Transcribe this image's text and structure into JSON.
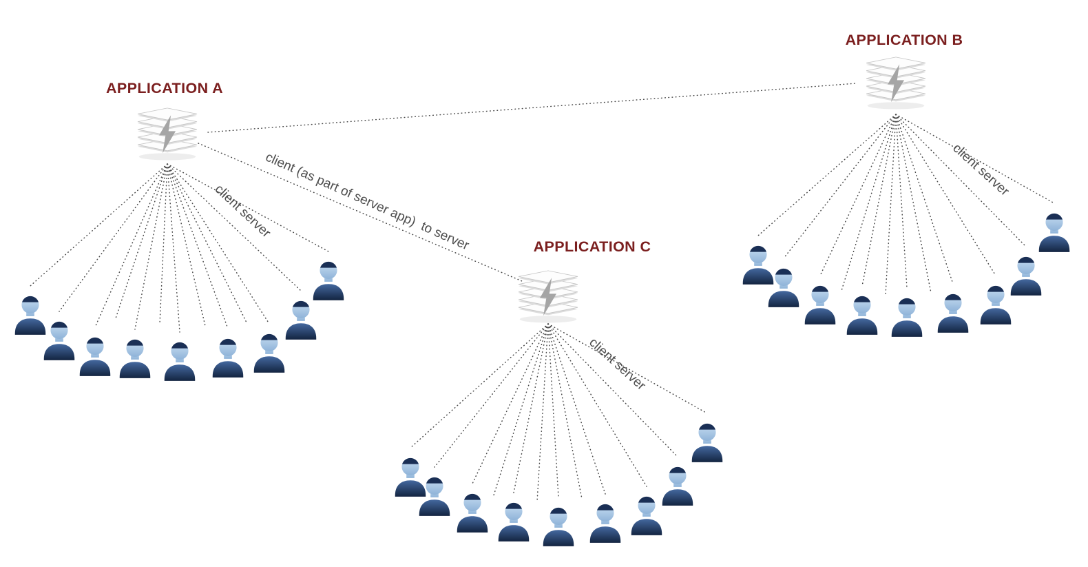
{
  "diagram": {
    "background": "#ffffff",
    "apps": [
      {
        "id": "A",
        "label": "APPLICATION A",
        "fan_label": "client server",
        "client_count": 9
      },
      {
        "id": "B",
        "label": "APPLICATION B",
        "fan_label": "client server",
        "client_count": 9
      },
      {
        "id": "C",
        "label": "APPLICATION C",
        "fan_label": "client server",
        "client_count": 9
      }
    ],
    "connections": [
      {
        "from": "A",
        "to": "B",
        "label": ""
      },
      {
        "from": "A",
        "to": "C",
        "label": "client (as part of server app)  to server"
      }
    ],
    "colors": {
      "app_title": "#7b1f1f",
      "fan_label": "#4d4d4d",
      "connection_label": "#4d4d4d",
      "dotted_line": "#4a4a4a",
      "user_body": "#1d3a6b",
      "user_face": "#a9c9e8",
      "user_hair": "#1a2f55",
      "server_fill": "#fdfdfd",
      "server_edge": "#c6c6c6",
      "bolt": "#a5a5a5"
    }
  }
}
